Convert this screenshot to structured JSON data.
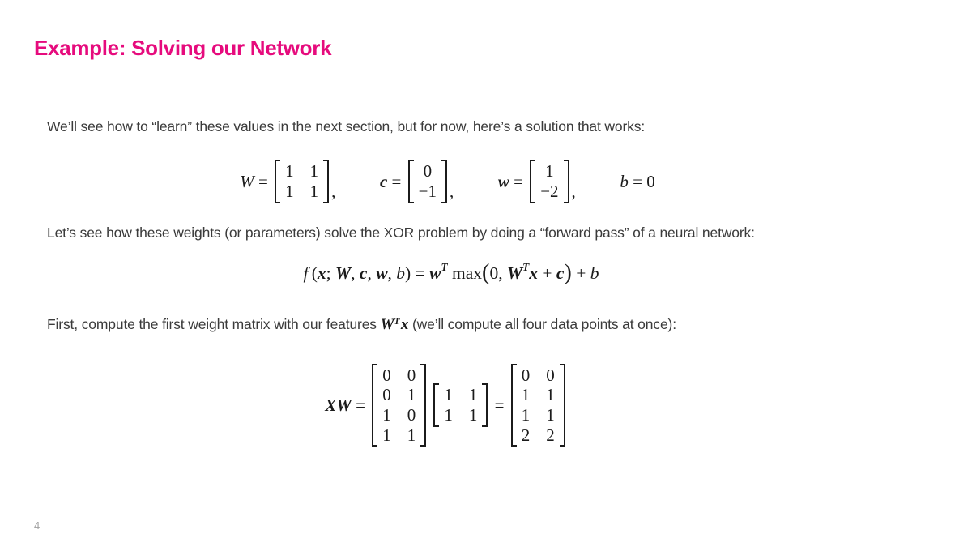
{
  "title": "Example: Solving our Network",
  "page_number": "4",
  "colors": {
    "accent": "#e60b7d",
    "body_text": "#3b3b3b",
    "math_text": "#1b1b1b",
    "page_number": "#a0a0a0",
    "background": "#ffffff"
  },
  "paragraphs": {
    "p1": "We’ll see how to “learn” these values in the next section, but for now, here’s a solution that works:",
    "p2": "Let’s see how these weights (or parameters) solve the XOR problem by doing a “forward pass” of a neural network:",
    "p3_before": "First, compute the first weight matrix with our features ",
    "p3_after": " (we’ll compute all four data points at once):"
  },
  "equations": {
    "solution": {
      "tokens": [
        {
          "t": "i",
          "v": "W"
        },
        {
          "t": "n",
          "v": " = "
        },
        {
          "t": "mat",
          "rows": [
            [
              "1",
              "1"
            ],
            [
              "1",
              "1"
            ]
          ]
        },
        {
          "t": "low",
          "v": ","
        },
        {
          "t": "sp",
          "w": 2.6
        },
        {
          "t": "bi",
          "v": "c"
        },
        {
          "t": "n",
          "v": " = "
        },
        {
          "t": "mat",
          "rows": [
            [
              "0"
            ],
            [
              "−1"
            ]
          ]
        },
        {
          "t": "low",
          "v": ","
        },
        {
          "t": "sp",
          "w": 2.6
        },
        {
          "t": "bi",
          "v": "w"
        },
        {
          "t": "n",
          "v": " = "
        },
        {
          "t": "mat",
          "rows": [
            [
              "1"
            ],
            [
              "−2"
            ]
          ]
        },
        {
          "t": "low",
          "v": ","
        },
        {
          "t": "sp",
          "w": 2.6
        },
        {
          "t": "i",
          "v": "b"
        },
        {
          "t": "n",
          "v": " = 0"
        }
      ]
    },
    "forward_pass": {
      "tokens": [
        {
          "t": "i",
          "v": "f"
        },
        {
          "t": "n",
          "v": " ("
        },
        {
          "t": "bi",
          "v": "x"
        },
        {
          "t": "n",
          "v": "; "
        },
        {
          "t": "bi",
          "v": "W"
        },
        {
          "t": "n",
          "v": ", "
        },
        {
          "t": "bi",
          "v": "c"
        },
        {
          "t": "n",
          "v": ", "
        },
        {
          "t": "bi",
          "v": "w"
        },
        {
          "t": "n",
          "v": ", "
        },
        {
          "t": "i",
          "v": "b"
        },
        {
          "t": "n",
          "v": ") = "
        },
        {
          "t": "bi",
          "v": "w"
        },
        {
          "t": "sup",
          "v": "T"
        },
        {
          "t": "n",
          "v": " max"
        },
        {
          "t": "big",
          "v": "("
        },
        {
          "t": "n",
          "v": "0, "
        },
        {
          "t": "bi",
          "v": "W"
        },
        {
          "t": "sup",
          "v": "T"
        },
        {
          "t": "bi",
          "v": "x"
        },
        {
          "t": "n",
          "v": " + "
        },
        {
          "t": "bi",
          "v": "c"
        },
        {
          "t": "big",
          "v": ")"
        },
        {
          "t": "n",
          "v": " + "
        },
        {
          "t": "i",
          "v": "b"
        }
      ]
    },
    "inline_wtx": {
      "tokens": [
        {
          "t": "bi",
          "v": "W"
        },
        {
          "t": "sup",
          "v": "T"
        },
        {
          "t": "sp",
          "w": 0.08
        },
        {
          "t": "bi",
          "v": "x"
        }
      ]
    },
    "matrix_product": {
      "tokens": [
        {
          "t": "bi",
          "v": "XW"
        },
        {
          "t": "n",
          "v": " = "
        },
        {
          "t": "mat",
          "rows": [
            [
              "0",
              "0"
            ],
            [
              "0",
              "1"
            ],
            [
              "1",
              "0"
            ],
            [
              "1",
              "1"
            ]
          ]
        },
        {
          "t": "sp",
          "w": 0.15
        },
        {
          "t": "mat",
          "rows": [
            [
              "1",
              "1"
            ],
            [
              "1",
              "1"
            ]
          ]
        },
        {
          "t": "n",
          "v": " = "
        },
        {
          "t": "mat",
          "rows": [
            [
              "0",
              "0"
            ],
            [
              "1",
              "1"
            ],
            [
              "1",
              "1"
            ],
            [
              "2",
              "2"
            ]
          ]
        }
      ]
    }
  }
}
